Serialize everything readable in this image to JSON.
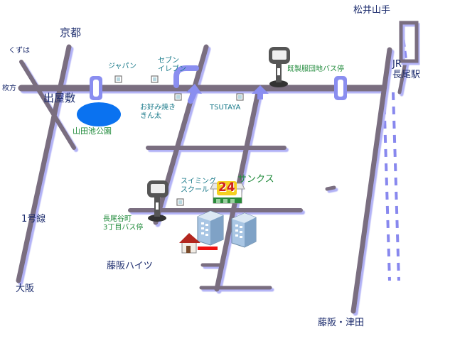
{
  "labels": {
    "kuzuha": "くずは",
    "kyoto": "京都",
    "hirakata": "枚方",
    "demashiki": "出屋敷",
    "yamadaike_park": "山田池公園",
    "japan": "ジャパン",
    "seven_eleven": "セブン\nイレブン",
    "okonomiyaki": "お好み焼き\nきん太",
    "tsutaya": "TSUTAYA",
    "danchi_bus_stop": "既製服団地バス停",
    "matsui_yamate": "松井山手",
    "jr_nagao_station": "JR\n長尾駅",
    "swimming_school": "スイミング\nスクール",
    "sunkus": "サンクス",
    "nagaotani_bus_stop": "長尾谷町\n3丁目バス停",
    "route1": "1号線",
    "fujisaka_heights": "藤阪ハイツ",
    "osaka": "大阪",
    "fujisaka_tsuda": "藤阪・津田",
    "badge_24": "24"
  },
  "colors": {
    "road_fill": "#7a6e80",
    "road_shadow": "#b2b2f6",
    "railway": "#8888ee",
    "pond": "#0a72f0",
    "label_navy": "#1a2a6c",
    "label_green": "#1f8a3a",
    "label_teal": "#1a7a8a",
    "destination_arrow": "#ee1111"
  },
  "icons": [
    "bus-stop-icon",
    "building-icon",
    "house-icon",
    "convenience-store-icon",
    "shop-marker-icon",
    "turn-arrow-icon",
    "bridge-icon"
  ]
}
